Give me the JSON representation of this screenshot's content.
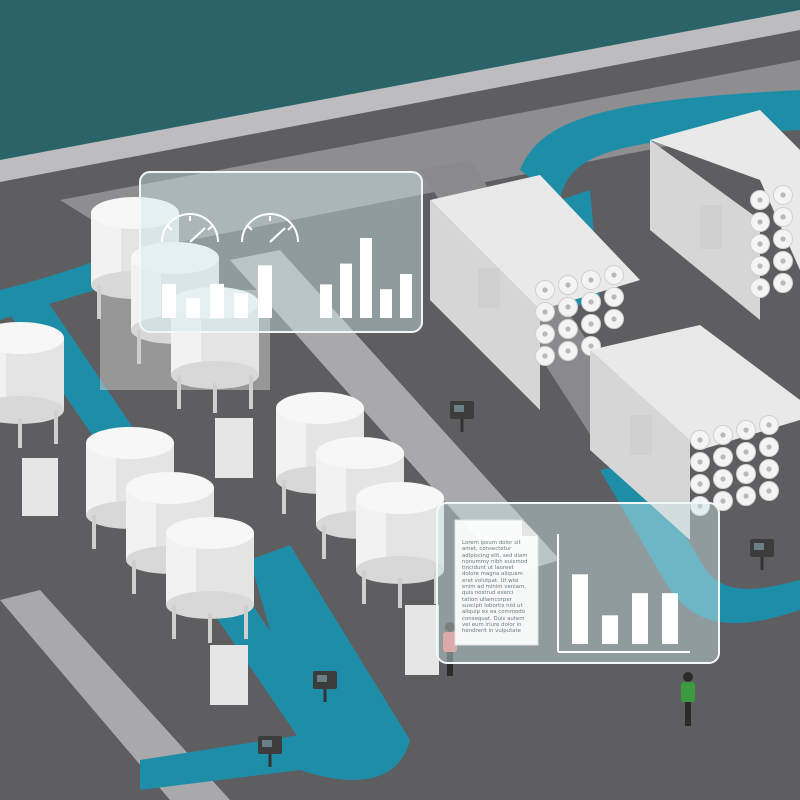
{
  "scene": {
    "type": "isometric-illustration",
    "subject": "water treatment plant",
    "icons": [
      "pressure-gauge-icon",
      "bar-chart-icon",
      "document-icon",
      "worker-figure"
    ],
    "colors": {
      "background": "#2a6468",
      "floor": "#5e5e60",
      "walkway": "#a9a9ab",
      "water": "#1e8ea8",
      "equipment": "#eeeeee",
      "overlay": "#cfe6ec"
    }
  },
  "overlay_top": {
    "bars_left": [
      0.55,
      0.32,
      0.55,
      0.4,
      0.85
    ],
    "bars_right": [
      0.42,
      0.68,
      1.0,
      0.36,
      0.55
    ]
  },
  "overlay_bottom": {
    "document_lines": [
      "Lorem ipsum dolor sit",
      "amet, consectetur",
      "adipiscing elit, sed diam",
      "nonummy nibh euismod",
      "tincidunt ut laoreet",
      "dolore magna aliquam",
      "erat volutpat. Ut wisi",
      "enim ad minim veniam,",
      "quis nostrud exerci",
      "tation ullamcorper",
      "suscipit lobortis nisl ut",
      "aliquip ex ea commodo",
      "consequat. Duis autem",
      "vel eum iriure dolor in",
      "hendrerit in vulputate"
    ],
    "bars": [
      0.85,
      0.35,
      0.62,
      0.62
    ]
  }
}
